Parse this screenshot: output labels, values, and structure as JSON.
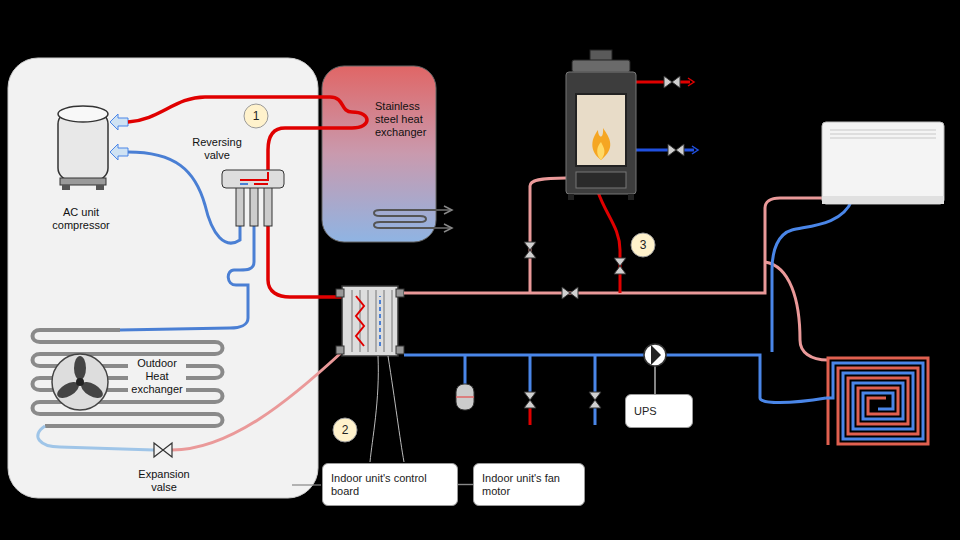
{
  "diagram": {
    "nodes": [
      {
        "text": [
          "1"
        ]
      },
      {
        "text": [
          "3"
        ]
      },
      {
        "text": [
          "UPS"
        ]
      },
      {
        "text": [
          "2"
        ]
      },
      {
        "text": [
          "Indoor unit's control board"
        ]
      },
      {
        "text": [
          "Indoor unit's fan motor"
        ]
      }
    ],
    "edges": [
      {
        "from": 4,
        "to": 5,
        "arrow": "none"
      }
    ],
    "labels": [
      "Stainless steel heat exchanger",
      "Reversing valve",
      "AC unit compressor",
      "Outdoor Heat exchanger",
      "Expansion valse"
    ]
  }
}
